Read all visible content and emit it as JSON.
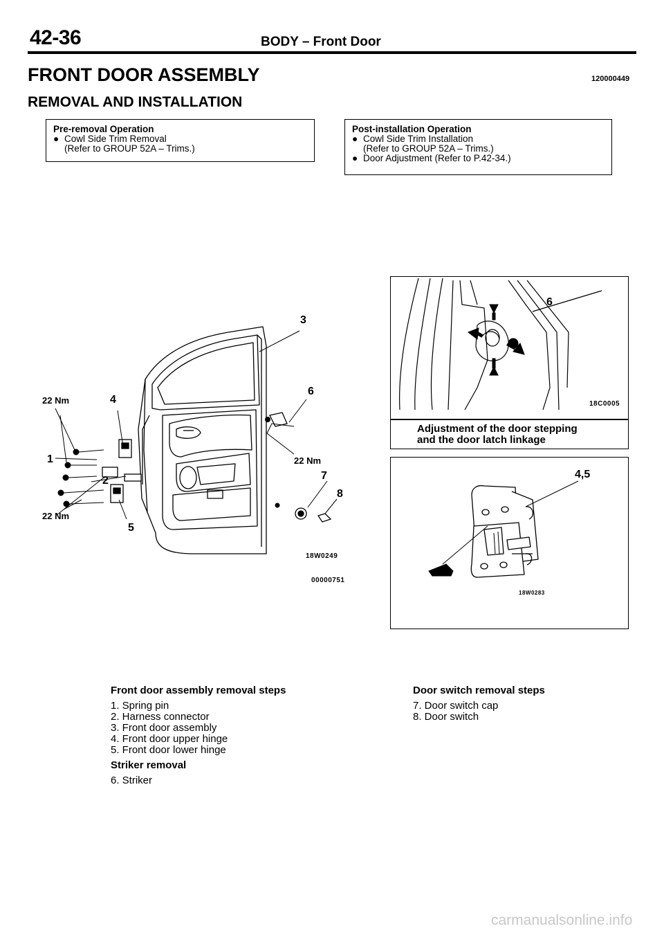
{
  "header": {
    "page_number": "42-36",
    "title": "BODY – Front Door"
  },
  "section": {
    "title": "FRONT DOOR ASSEMBLY",
    "code": "120000449",
    "subtitle": "REMOVAL AND INSTALLATION"
  },
  "pre_removal": {
    "title": "Pre-removal Operation",
    "items": [
      {
        "bullet": "●",
        "text": "Cowl Side Trim Removal",
        "sub": "(Refer to GROUP 52A – Trims.)"
      }
    ]
  },
  "post_installation": {
    "title": "Post-installation Operation",
    "items": [
      {
        "bullet": "●",
        "text": "Cowl Side Trim Installation",
        "sub": "(Refer to GROUP 52A – Trims.)"
      },
      {
        "bullet": "●",
        "text": "Door Adjustment (Refer to P.42-34.)"
      }
    ]
  },
  "main_figure": {
    "callouts": [
      "3",
      "6",
      "4",
      "1",
      "2",
      "5",
      "7",
      "8"
    ],
    "torques": [
      "22 Nm",
      "22 Nm",
      "22 Nm"
    ],
    "fig_code": "18W0249",
    "ref_code": "00000751"
  },
  "striker_figure": {
    "callout": "6",
    "fig_code": "18C0005",
    "caption_line1": "Adjustment of the door stepping",
    "caption_line2": "and the door latch linkage"
  },
  "hinge_figure": {
    "callout": "4,5",
    "fig_code": "18W0283"
  },
  "removal_steps": {
    "heading": "Front door assembly removal steps",
    "steps": [
      "1. Spring pin",
      "2. Harness connector",
      "3. Front door assembly",
      "4. Front door upper hinge",
      "5. Front door lower hinge"
    ],
    "striker_heading": "Striker removal",
    "striker_steps": [
      "6. Striker"
    ]
  },
  "switch_steps": {
    "heading": "Door switch removal steps",
    "steps": [
      "7. Door switch cap",
      "8. Door switch"
    ]
  },
  "watermark": "carmanualsonline.info"
}
